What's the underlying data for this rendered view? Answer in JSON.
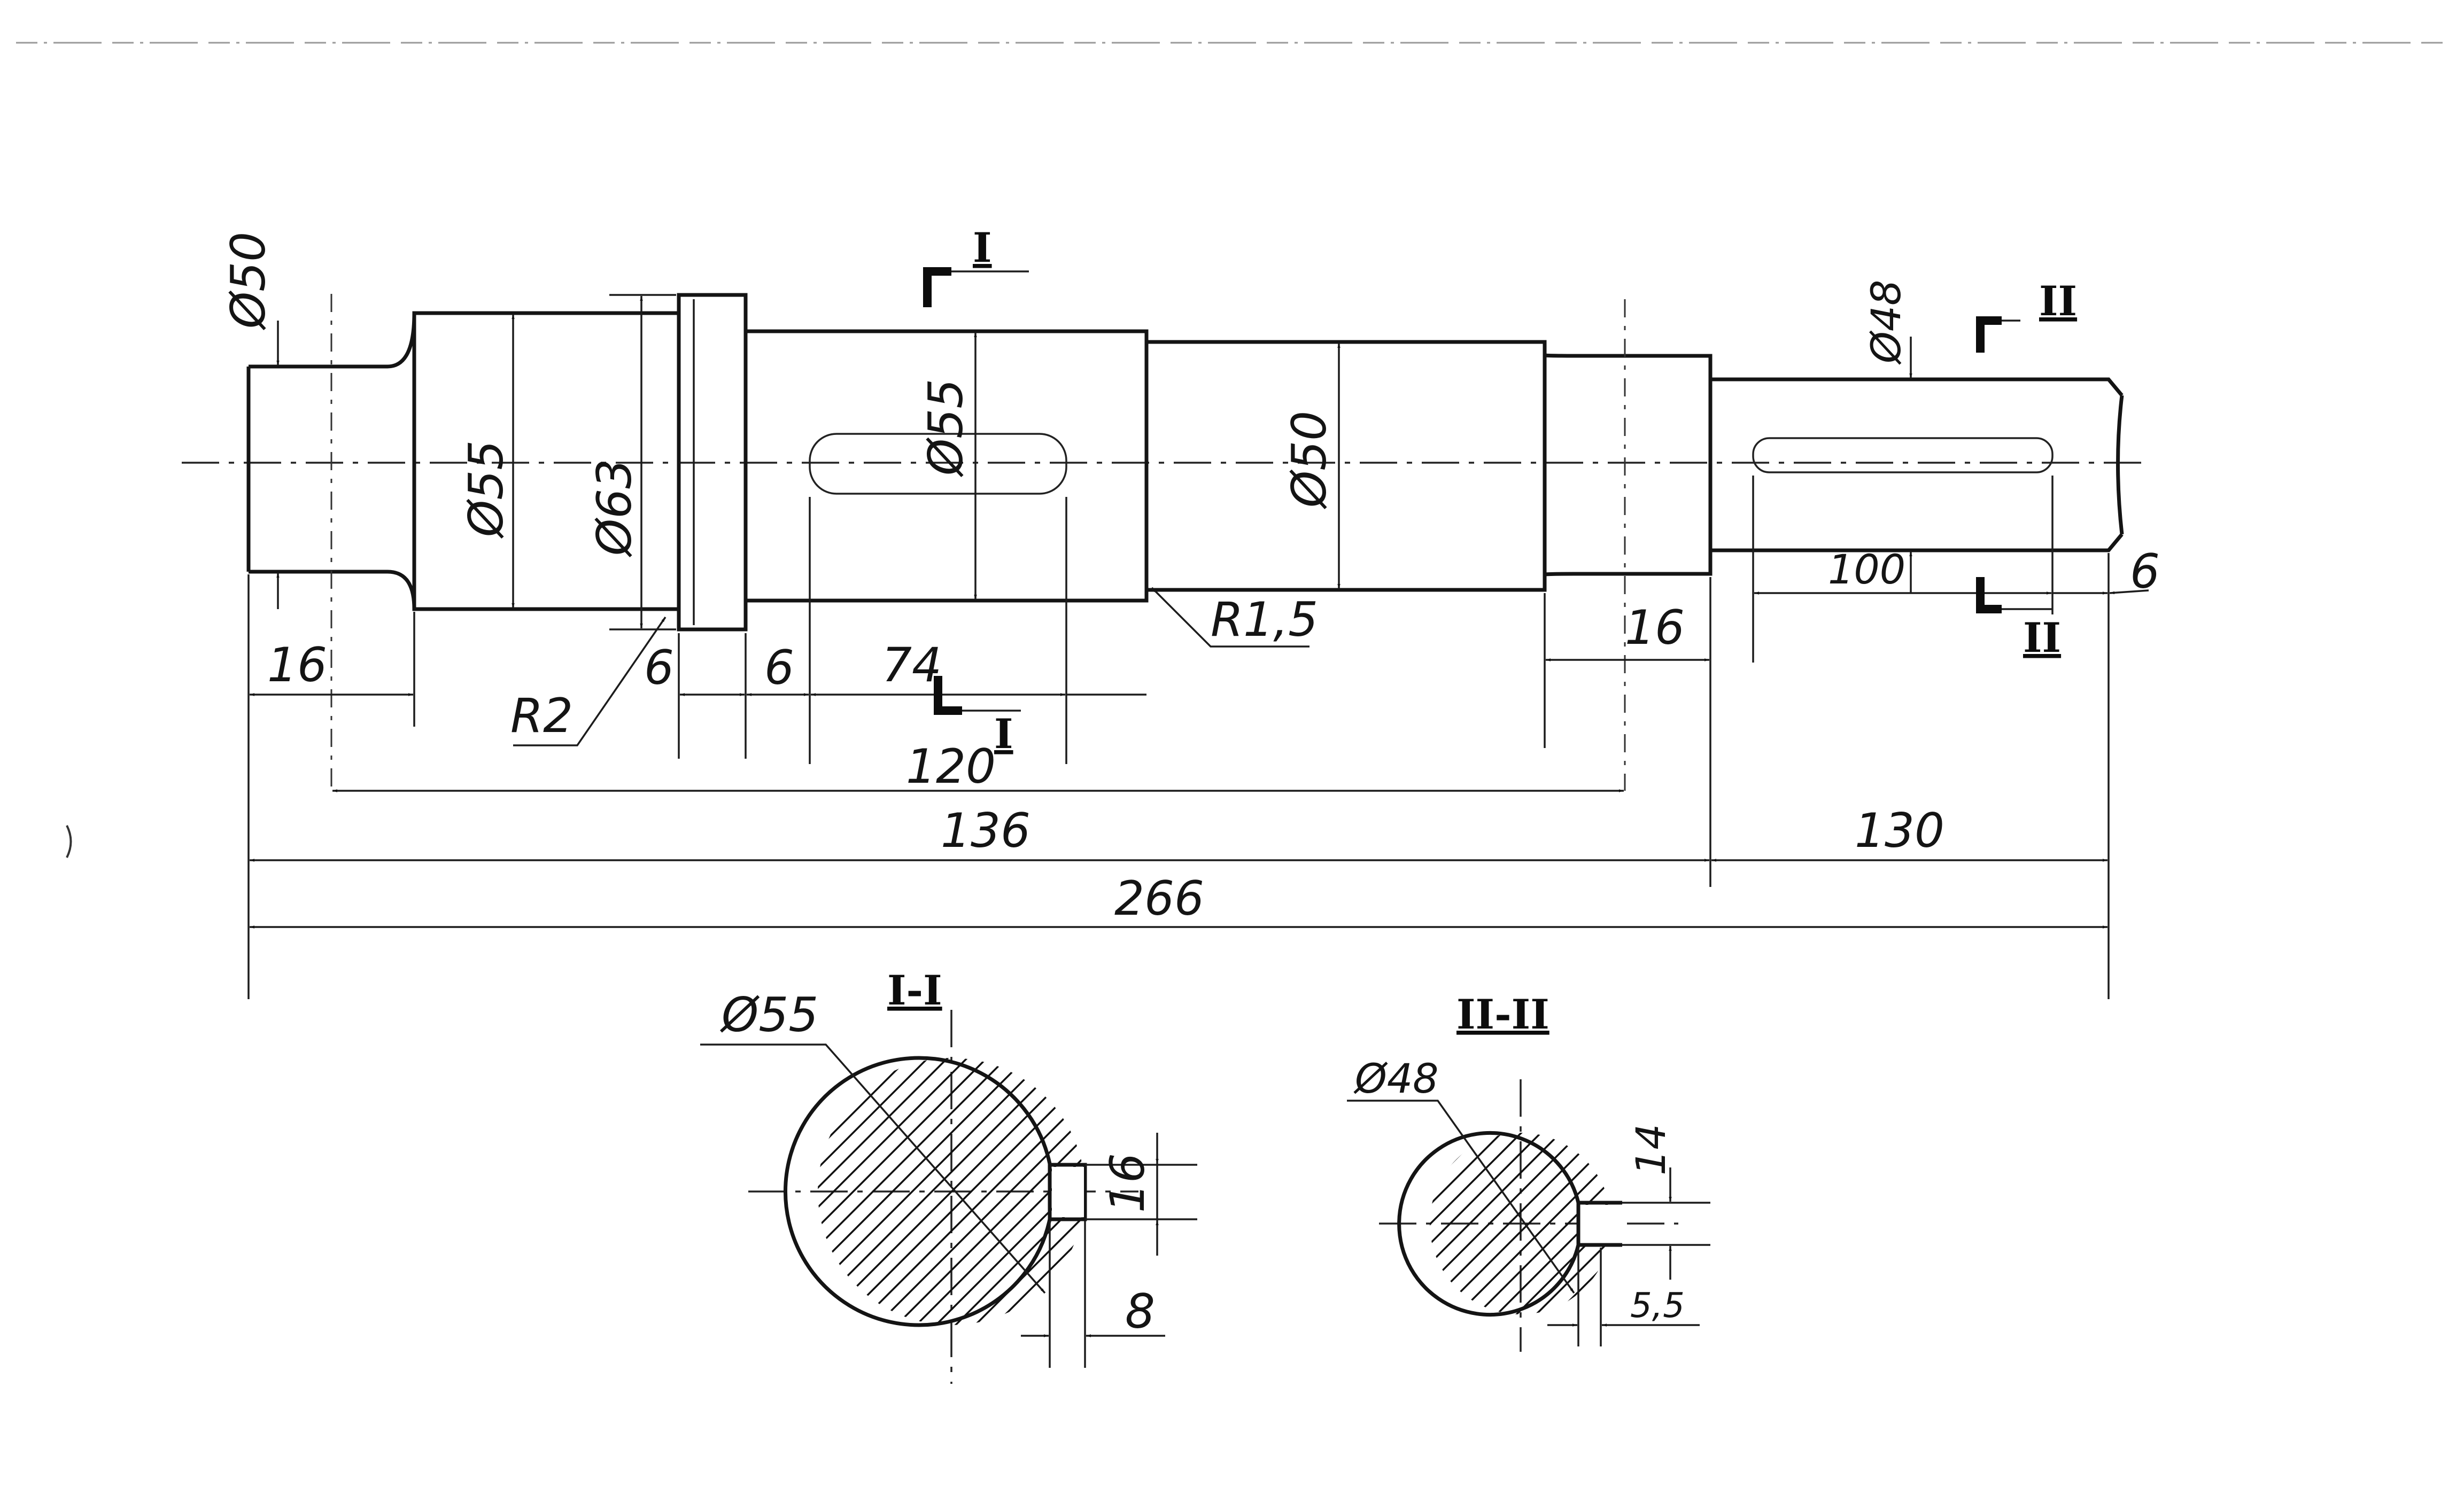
{
  "dimensions": {
    "dia_50_left": "Ø50",
    "dia_55_left": "Ø55",
    "dia_63": "Ø63",
    "dia_55_mid": "Ø55",
    "dia_50_mid": "Ø50",
    "dia_48": "Ø48",
    "len_16_left": "16",
    "len_6_a": "6",
    "len_6_b": "6",
    "len_74": "74",
    "len_120": "120",
    "len_136": "136",
    "len_130": "130",
    "len_266": "266",
    "len_16_right": "16",
    "len_100": "100",
    "len_6_right": "6",
    "radius_r2": "R2",
    "radius_r15": "R1,5"
  },
  "section_marks": {
    "section_1": "I",
    "section_2": "II"
  },
  "section_views": {
    "view_1": {
      "title": "I-I",
      "diameter": "Ø55",
      "keyway_width": "16",
      "keyway_depth": "8"
    },
    "view_2": {
      "title": "II-II",
      "diameter": "Ø48",
      "keyway_width": "14",
      "keyway_depth": "5,5"
    }
  },
  "colors": {
    "ink": "#141414",
    "hatch": "#111111",
    "paper": "#ffffff"
  }
}
